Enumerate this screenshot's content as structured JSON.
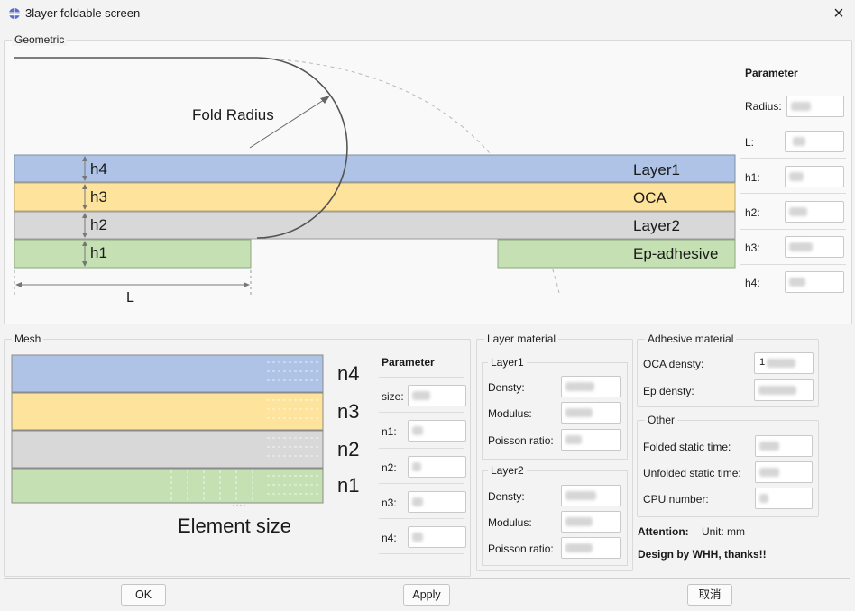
{
  "window": {
    "title": "3layer foldable screen",
    "close_symbol": "×"
  },
  "geometric": {
    "group_label": "Geometric",
    "diagram": {
      "fold_radius_label": "Fold Radius",
      "layer_labels": [
        "Layer1",
        "OCA",
        "Layer2",
        "Ep-adhesive"
      ],
      "thickness_labels": [
        "h4",
        "h3",
        "h2",
        "h1"
      ],
      "length_label": "L",
      "colors": {
        "layer1": "#aec3e6",
        "oca": "#fde39c",
        "layer2": "#d8d8d8",
        "adhesive": "#c5e0b3"
      }
    },
    "param_header": "Parameter",
    "params": [
      {
        "label": "Radius:",
        "value": ""
      },
      {
        "label": "L:",
        "value": ""
      },
      {
        "label": "h1:",
        "value": ""
      },
      {
        "label": "h2:",
        "value": ""
      },
      {
        "label": "h3:",
        "value": ""
      },
      {
        "label": "h4:",
        "value": ""
      }
    ]
  },
  "mesh": {
    "group_label": "Mesh",
    "diagram": {
      "row_labels": [
        "n4",
        "n3",
        "n2",
        "n1"
      ],
      "element_size_label": "Element size"
    },
    "param_header": "Parameter",
    "params": [
      {
        "label": "size:",
        "value": ""
      },
      {
        "label": "n1:",
        "value": ""
      },
      {
        "label": "n2:",
        "value": ""
      },
      {
        "label": "n3:",
        "value": ""
      },
      {
        "label": "n4:",
        "value": ""
      }
    ]
  },
  "layer_material": {
    "group_label": "Layer material",
    "layer1": {
      "label": "Layer1",
      "fields": [
        {
          "label": "Densty:",
          "value": ""
        },
        {
          "label": "Modulus:",
          "value": ""
        },
        {
          "label": "Poisson ratio:",
          "value": ""
        }
      ]
    },
    "layer2": {
      "label": "Layer2",
      "fields": [
        {
          "label": "Densty:",
          "value": ""
        },
        {
          "label": "Modulus:",
          "value": ""
        },
        {
          "label": "Poisson ratio:",
          "value": ""
        }
      ]
    }
  },
  "adhesive_material": {
    "group_label": "Adhesive material",
    "fields": [
      {
        "label": "OCA densty:",
        "value": "1"
      },
      {
        "label": "Ep densty:",
        "value": ""
      }
    ]
  },
  "other": {
    "group_label": "Other",
    "fields": [
      {
        "label": "Folded static time:",
        "value": ""
      },
      {
        "label": "Unfolded static time:",
        "value": ""
      },
      {
        "label": "CPU number:",
        "value": ""
      }
    ]
  },
  "attention": {
    "label": "Attention:",
    "text": "Unit: mm"
  },
  "credit": "Design by WHH, thanks!!",
  "buttons": {
    "ok": "OK",
    "apply": "Apply",
    "cancel": "取消"
  }
}
